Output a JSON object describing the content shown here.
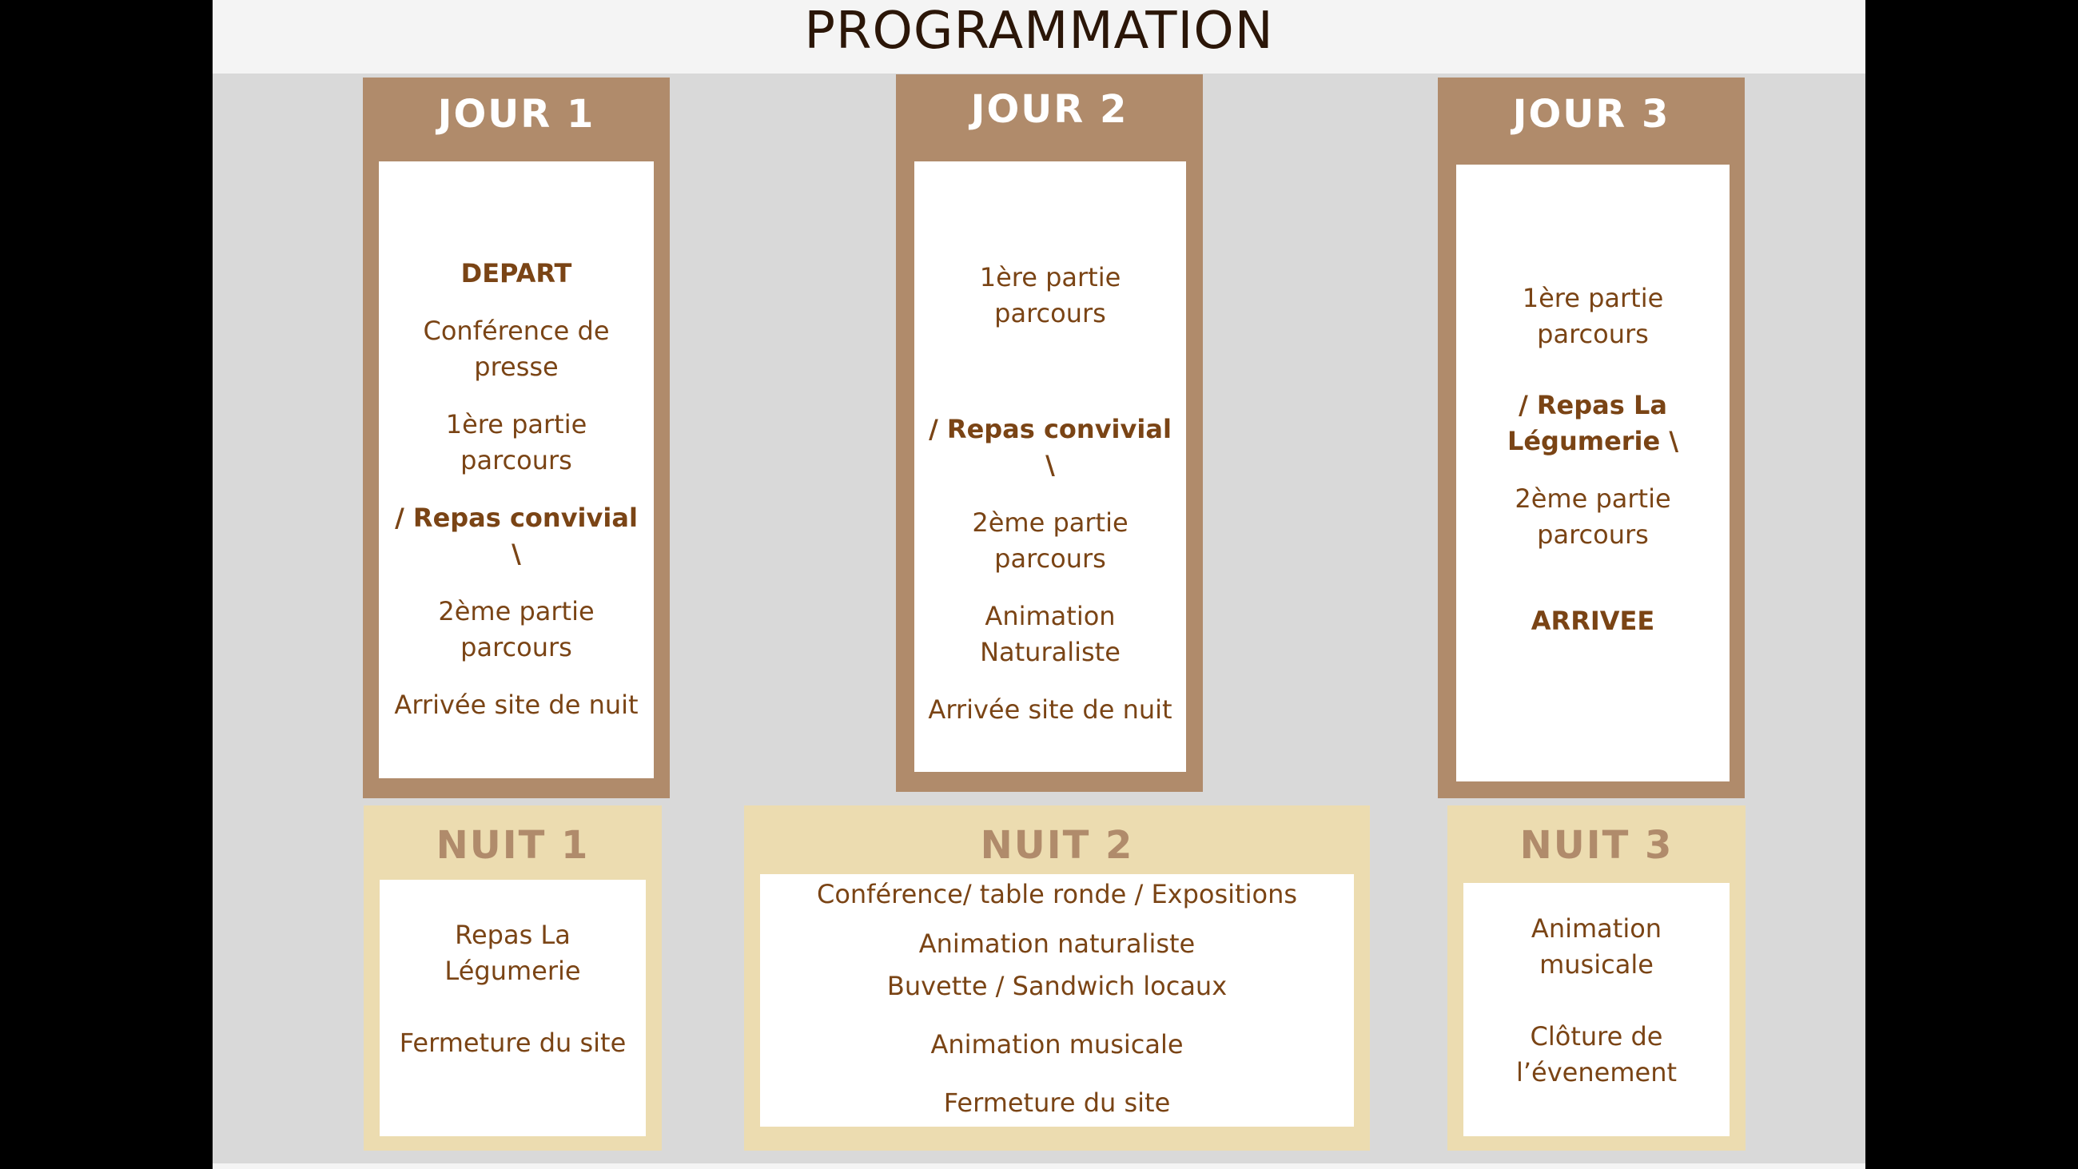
{
  "title": "PROGRAMMATION",
  "colors": {
    "day_panel": "#b08b6b",
    "night_panel": "#ecdcb0",
    "text": "#7a4415",
    "title": "#2b1608"
  },
  "days": [
    {
      "label": "JOUR 1",
      "items": [
        "DEPART",
        "Conférence de presse",
        "1ère partie parcours",
        "/ Repas convivial \\",
        "2ème partie parcours",
        "Arrivée site de nuit"
      ]
    },
    {
      "label": "JOUR 2",
      "items": [
        "1ère partie parcours",
        "/ Repas convivial \\",
        "2ème partie parcours",
        "Animation Naturaliste",
        "Arrivée site de nuit"
      ]
    },
    {
      "label": "JOUR 3",
      "items": [
        "1ère partie parcours",
        "/ Repas La Légumerie \\",
        "2ème partie parcours",
        "ARRIVEE"
      ]
    }
  ],
  "nights": [
    {
      "label": "NUIT 1",
      "items": [
        "Repas La Légumerie",
        "Fermeture du site"
      ]
    },
    {
      "label": "NUIT 2",
      "items": [
        "Conférence/ table ronde / Expositions",
        "Animation naturaliste",
        "Buvette / Sandwich locaux",
        "Animation musicale",
        "Fermeture du site"
      ]
    },
    {
      "label": "NUIT 3",
      "items": [
        "Animation musicale",
        "Clôture de l’évenement"
      ]
    }
  ]
}
